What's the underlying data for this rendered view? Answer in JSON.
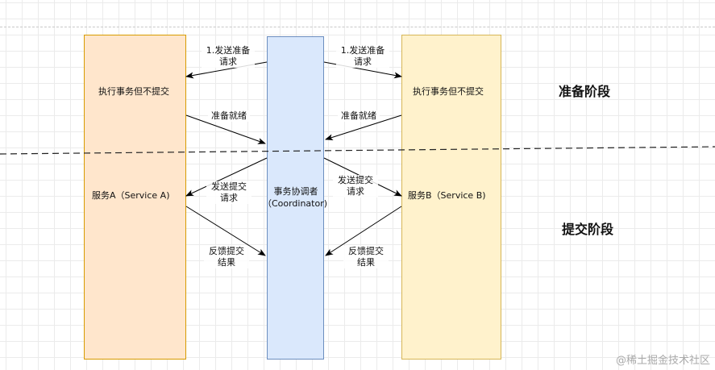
{
  "colors": {
    "service_fill": "#ffe6cc",
    "service_stroke": "#d79b00",
    "coord_fill": "#dae8fc",
    "coord_stroke": "#6c8ebf",
    "serviceb_fill": "#fff2cc",
    "serviceb_stroke": "#d6b656"
  },
  "service_a": {
    "exec": "执行事务但不提交",
    "name": "服务A（Service A)"
  },
  "coordinator": {
    "line1": "事务协调者",
    "line2": "（Coordinator)"
  },
  "service_b": {
    "exec": "执行事务但不提交",
    "name": "服务B（Service B)"
  },
  "arrows": {
    "send_prepare_1": "1.发送准备",
    "send_prepare_2": "请求",
    "ready": "准备就绪",
    "send_commit_1": "发送提交",
    "send_commit_2": "请求",
    "feedback_1": "反馈提交",
    "feedback_2": "结果"
  },
  "phases": {
    "prepare": "准备阶段",
    "commit": "提交阶段"
  },
  "watermark": "@稀土掘金技术社区"
}
